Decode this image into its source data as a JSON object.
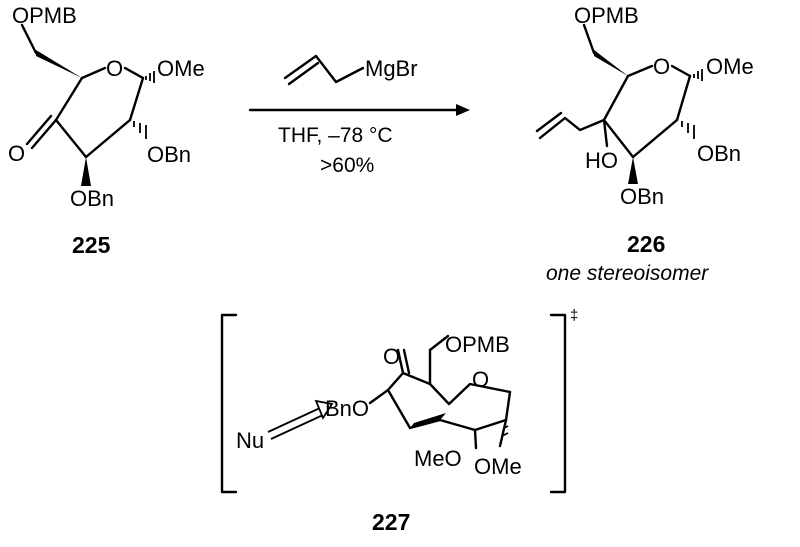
{
  "compounds": {
    "c225": {
      "number": "225",
      "labels": {
        "opmb": "OPMB",
        "ring_o": "O",
        "ome": "OMe",
        "keto_o": "O",
        "obn_c2": "OBn",
        "obn_c3": "OBn"
      }
    },
    "c226": {
      "number": "226",
      "note": "one stereoisomer",
      "labels": {
        "opmb": "OPMB",
        "ring_o": "O",
        "ome": "OMe",
        "ho": "HO",
        "obn_c2": "OBn",
        "obn_c3": "OBn"
      }
    },
    "c227": {
      "number": "227",
      "dagger": "‡",
      "labels": {
        "opmb": "OPMB",
        "keto_o": "O",
        "ring_o": "O",
        "bno": "BnO",
        "nu": "Nu",
        "meo": "MeO",
        "ome": "OMe"
      }
    }
  },
  "reaction": {
    "reagent": "MgBr",
    "solvent_temp": "THF, –78 °C",
    "yield": ">60%"
  }
}
